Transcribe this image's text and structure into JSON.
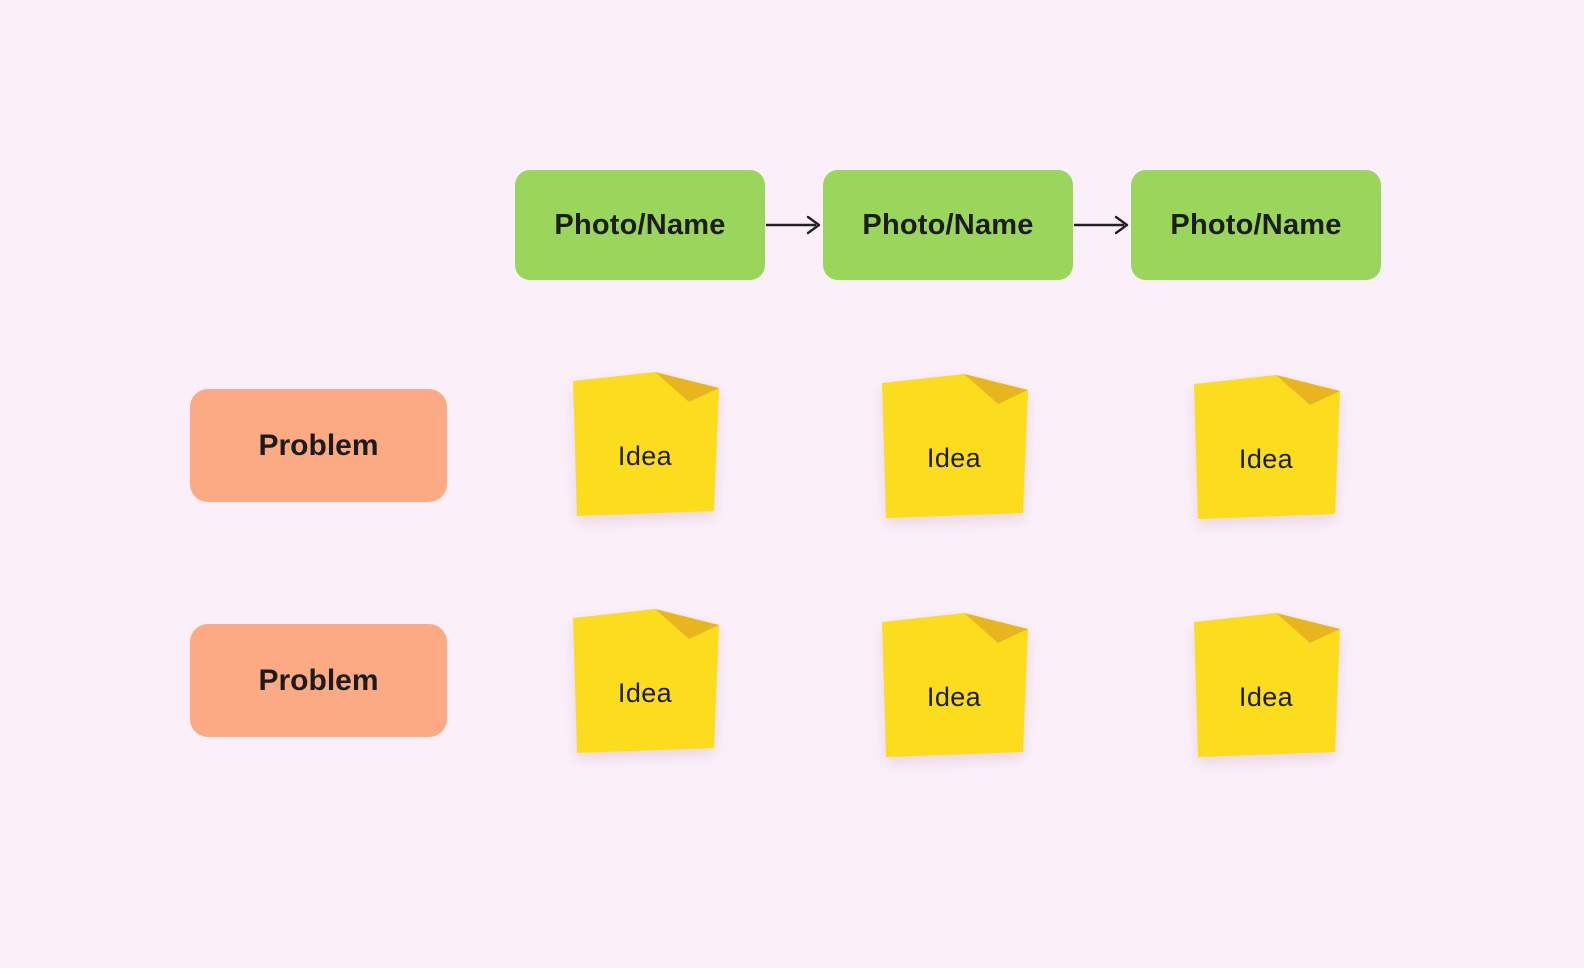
{
  "colors": {
    "background": "#FBF0F9",
    "node_green": "#9AD65C",
    "problem_salmon": "#FCAA84",
    "sticky_yellow": "#FBDD1E",
    "sticky_fold": "#E9B51F",
    "text": "#1C1C1C",
    "arrow": "#222222"
  },
  "flow": {
    "nodes": [
      {
        "label": "Photo/Name"
      },
      {
        "label": "Photo/Name"
      },
      {
        "label": "Photo/Name"
      }
    ],
    "connector_count": 2,
    "connector_direction": "right"
  },
  "board": {
    "rows": [
      {
        "problem": {
          "label": "Problem"
        },
        "ideas": [
          {
            "label": "Idea"
          },
          {
            "label": "Idea"
          },
          {
            "label": "Idea"
          }
        ]
      },
      {
        "problem": {
          "label": "Problem"
        },
        "ideas": [
          {
            "label": "Idea"
          },
          {
            "label": "Idea"
          },
          {
            "label": "Idea"
          }
        ]
      }
    ]
  }
}
